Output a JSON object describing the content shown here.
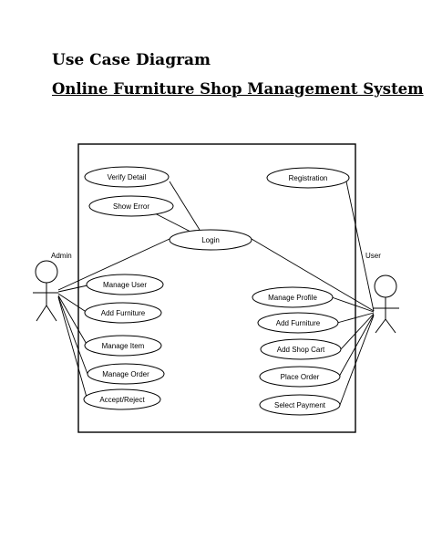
{
  "title": "Use Case Diagram",
  "subtitle": "Online Furniture Shop Management System",
  "actors": {
    "admin": "Admin",
    "user": "User"
  },
  "use_cases": {
    "verify_detail": "Verify Detail",
    "show_error": "Show Error",
    "login": "Login",
    "registration": "Registration",
    "manage_user": "Manage User",
    "add_furniture_admin": "Add Furniture",
    "manage_item": "Manage Item",
    "manage_order": "Manage Order",
    "accept_reject": "Accept/Reject",
    "manage_profile": "Manage Profile",
    "add_furniture_user": "Add Furniture",
    "add_shop_cart": "Add Shop Cart",
    "place_order": "Place Order",
    "select_payment": "Select Payment"
  }
}
